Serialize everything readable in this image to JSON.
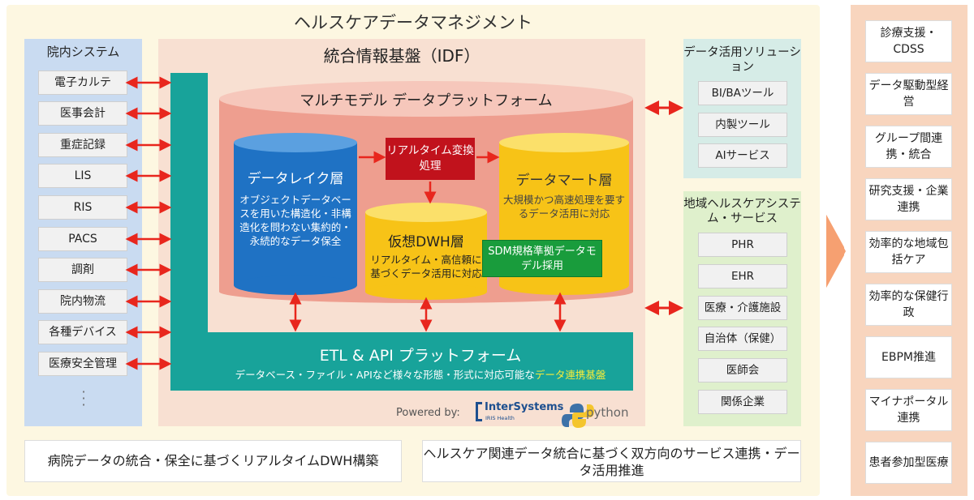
{
  "title": "ヘルスケアデータマネジメント",
  "hospital_systems": {
    "title": "院内システム",
    "items": [
      "電子カルテ",
      "医事会計",
      "重症記録",
      "LIS",
      "RIS",
      "PACS",
      "調剤",
      "院内物流",
      "各種デバイス",
      "医療安全管理"
    ],
    "ellipsis": "⋮"
  },
  "idf": {
    "title": "統合情報基盤（IDF）",
    "multimodel_title": "マルチモデル データプラットフォーム",
    "data_lake": {
      "title": "データレイク層",
      "desc": "オブジェクトデータベースを用いた構造化・非構造化を問わない集約的・永続的なデータ保全"
    },
    "realtime_box": "リアルタイム変換処理",
    "data_mart": {
      "title": "データマート層",
      "desc": "大規模かつ高速処理を要するデータ活用に対応"
    },
    "dwh": {
      "title": "仮想DWH層",
      "desc": "リアルタイム・高信頼に基づくデータ活用に対応"
    },
    "sdm_box": "SDM規格準拠データモデル採用",
    "etl_title": "ETL & API プラットフォーム",
    "etl_sub_prefix": "データベース・ファイル・APIなど様々な形態・形式に対応可能な",
    "etl_sub_highlight": "データ連携基盤",
    "powered_by": "Powered by:",
    "intersystems": "InterSystems",
    "intersystems_sub": "IRIS Health",
    "python": "python"
  },
  "data_solutions": {
    "title": "データ活用ソリューション",
    "items": [
      "BI/BAツール",
      "内製ツール",
      "AIサービス"
    ]
  },
  "regional": {
    "title": "地域ヘルスケアシステム・サービス",
    "items": [
      "PHR",
      "EHR",
      "医療・介護施設",
      "自治体（保健）",
      "医師会",
      "関係企業"
    ]
  },
  "bottom": {
    "left": "病院データの統合・保全に基づくリアルタイムDWH構築",
    "right": "ヘルスケア関連データ統合に基づく双方向のサービス連携・データ活用推進"
  },
  "outcomes": [
    "診療支援・CDSS",
    "データ駆動型経営",
    "グループ間連携・統合",
    "研究支援・企業連携",
    "効率的な地域包括ケア",
    "効率的な保健行政",
    "EBPM推進",
    "マイナポータル連携",
    "患者参加型医療"
  ],
  "colors": {
    "teal": "#18a39a",
    "lake_blue": "#1f72c4",
    "mart_yellow": "#f7c317",
    "realtime_red": "#c1121c",
    "sdm_green": "#199c3c",
    "arrow_red": "#e8261d"
  }
}
